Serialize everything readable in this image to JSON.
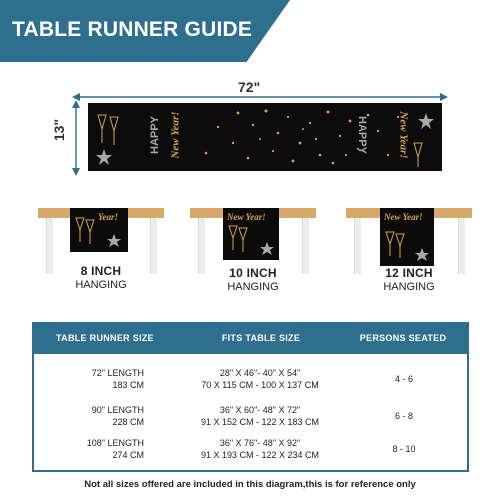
{
  "header": {
    "title": "TABLE RUNNER GUIDE"
  },
  "colors": {
    "brand": "#2e6e8e",
    "runner": "#0c0c0c",
    "gold": "#d9a441",
    "silver": "#a8a8a8",
    "table_wood": "#d7a868"
  },
  "runner": {
    "width_label": "72\"",
    "height_label": "13\"",
    "text_left_1": "HAPPY",
    "text_left_2": "New Year!",
    "text_right_1": "HAPPY",
    "text_right_2": "New Year!"
  },
  "hanging": [
    {
      "size": "8 INCH",
      "label": "HANGING",
      "text": "Year!"
    },
    {
      "size": "10 INCH",
      "label": "HANGING",
      "text": "New Year!"
    },
    {
      "size": "12 INCH",
      "label": "HANGING",
      "text": "New Year!"
    }
  ],
  "size_table": {
    "headers": [
      "TABLE RUNNER SIZE",
      "FITS TABLE SIZE",
      "PERSONS SEATED"
    ],
    "rows": [
      {
        "length_in": "72\" LENGTH",
        "length_cm": "183 CM",
        "fits_in": "28\" X 46\"- 40\" X 54\"",
        "fits_cm": "70 X 115 CM - 100 X 137 CM",
        "persons": "4 - 6"
      },
      {
        "length_in": "90\" LENGTH",
        "length_cm": "228 CM",
        "fits_in": "36\" X 60\"- 48\" X 72\"",
        "fits_cm": "91 X 152 CM - 122 X 183 CM",
        "persons": "6 - 8"
      },
      {
        "length_in": "108\" LENGTH",
        "length_cm": "274 CM",
        "fits_in": "36\" X 76\"- 48\" X 92\"",
        "fits_cm": "91 X 193 CM - 122 X 234 CM",
        "persons": "8 - 10"
      }
    ]
  },
  "footnote": "Not all sizes offered are included in this diagram,this is for reference only"
}
